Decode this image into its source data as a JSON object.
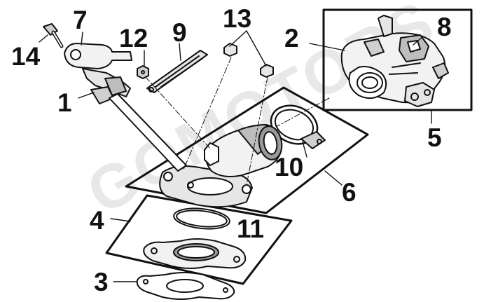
{
  "diagram": {
    "callouts": {
      "c1": "1",
      "c2": "2",
      "c3": "3",
      "c4": "4",
      "c5": "5",
      "c6": "6",
      "c7": "7",
      "c8": "8",
      "c9": "9",
      "c10": "10",
      "c11": "11",
      "c12": "12",
      "c13": "13",
      "c14": "14"
    },
    "watermark": "GOMOTORS"
  },
  "colors": {
    "ink": "#111111",
    "shade": "#9a9a9a",
    "light_shade": "#d6d6d6",
    "watermark": "#d6d6d6"
  }
}
